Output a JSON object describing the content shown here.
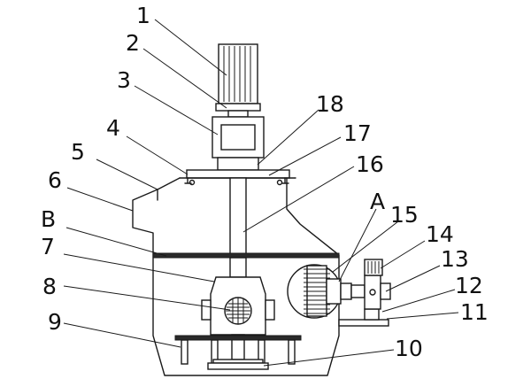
{
  "callouts": {
    "n1": "1",
    "n2": "2",
    "n3": "3",
    "n4": "4",
    "n5": "5",
    "n6": "6",
    "n7": "7",
    "n8": "8",
    "n9": "9",
    "n10": "10",
    "n11": "11",
    "n12": "12",
    "n13": "13",
    "n14": "14",
    "n15": "15",
    "n16": "16",
    "n17": "17",
    "n18": "18"
  },
  "section_labels": {
    "a": "A",
    "b": "B"
  }
}
